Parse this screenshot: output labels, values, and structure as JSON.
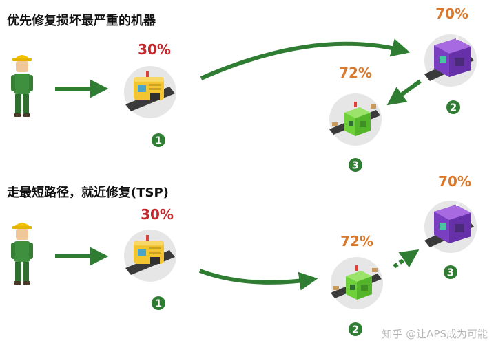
{
  "sections": [
    {
      "title": "优先修复损坏最严重的机器",
      "machines": [
        {
          "percent": "30%",
          "order": "1",
          "color": "yellow"
        },
        {
          "percent": "70%",
          "order": "2",
          "color": "purple"
        },
        {
          "percent": "72%",
          "order": "3",
          "color": "green"
        }
      ]
    },
    {
      "title": "走最短路径，就近修复(TSP)",
      "machines": [
        {
          "percent": "30%",
          "order": "1",
          "color": "yellow"
        },
        {
          "percent": "72%",
          "order": "2",
          "color": "green"
        },
        {
          "percent": "70%",
          "order": "3",
          "color": "purple"
        }
      ]
    }
  ],
  "watermark": "知乎 @让APS成为可能",
  "colors": {
    "arrow": "#2e7d32",
    "badge": "#2e7d32",
    "percent_red": "#c0282d",
    "percent_orange": "#d9782a"
  }
}
